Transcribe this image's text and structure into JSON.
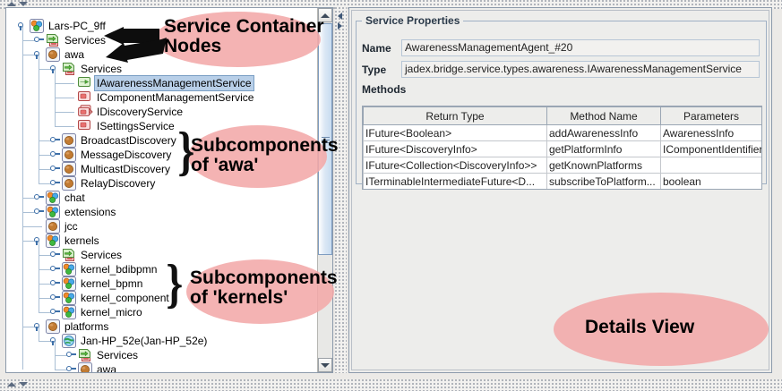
{
  "window": {
    "background": "#eceae7",
    "accent": "#f2a9a9"
  },
  "tree": {
    "name": "component-tree",
    "scroll_up_label": "▲",
    "scroll_down_label": "▼",
    "nodes": [
      {
        "label": "Lars-PC_9ff",
        "depth": 0,
        "icon": "platform-group-icon",
        "expanded": true,
        "handle": true,
        "selected": false
      },
      {
        "label": "Services",
        "depth": 1,
        "icon": "service-container-icon",
        "expanded": false,
        "handle": true,
        "selected": false
      },
      {
        "label": "awa",
        "depth": 1,
        "icon": "component-icon",
        "expanded": true,
        "handle": true,
        "selected": false
      },
      {
        "label": "Services",
        "depth": 2,
        "icon": "service-container-icon",
        "expanded": true,
        "handle": true,
        "selected": false
      },
      {
        "label": "IAwarenessManagementService",
        "depth": 3,
        "icon": "service-provided-icon",
        "expanded": false,
        "handle": false,
        "selected": true
      },
      {
        "label": "IComponentManagementService",
        "depth": 3,
        "icon": "service-required-icon",
        "expanded": false,
        "handle": false,
        "selected": false
      },
      {
        "label": "IDiscoveryService",
        "depth": 3,
        "icon": "service-multi-icon",
        "expanded": false,
        "handle": false,
        "selected": false
      },
      {
        "label": "ISettingsService",
        "depth": 3,
        "icon": "service-required-icon",
        "expanded": false,
        "handle": false,
        "selected": false
      },
      {
        "label": "BroadcastDiscovery",
        "depth": 2,
        "icon": "component-icon",
        "expanded": false,
        "handle": true,
        "selected": false
      },
      {
        "label": "MessageDiscovery",
        "depth": 2,
        "icon": "component-icon",
        "expanded": false,
        "handle": true,
        "selected": false
      },
      {
        "label": "MulticastDiscovery",
        "depth": 2,
        "icon": "component-icon",
        "expanded": false,
        "handle": true,
        "selected": false
      },
      {
        "label": "RelayDiscovery",
        "depth": 2,
        "icon": "component-icon",
        "expanded": false,
        "handle": true,
        "selected": false
      },
      {
        "label": "chat",
        "depth": 1,
        "icon": "platform-group-icon",
        "expanded": false,
        "handle": true,
        "selected": false
      },
      {
        "label": "extensions",
        "depth": 1,
        "icon": "platform-group-icon",
        "expanded": false,
        "handle": true,
        "selected": false
      },
      {
        "label": "jcc",
        "depth": 1,
        "icon": "component-icon",
        "expanded": false,
        "handle": false,
        "selected": false
      },
      {
        "label": "kernels",
        "depth": 1,
        "icon": "platform-group-icon",
        "expanded": true,
        "handle": true,
        "selected": false
      },
      {
        "label": "Services",
        "depth": 2,
        "icon": "service-container-icon",
        "expanded": false,
        "handle": true,
        "selected": false
      },
      {
        "label": "kernel_bdibpmn",
        "depth": 2,
        "icon": "platform-group-icon",
        "expanded": false,
        "handle": true,
        "selected": false
      },
      {
        "label": "kernel_bpmn",
        "depth": 2,
        "icon": "platform-group-icon",
        "expanded": false,
        "handle": true,
        "selected": false
      },
      {
        "label": "kernel_component",
        "depth": 2,
        "icon": "platform-group-icon",
        "expanded": false,
        "handle": true,
        "selected": false
      },
      {
        "label": "kernel_micro",
        "depth": 2,
        "icon": "platform-group-icon",
        "expanded": false,
        "handle": true,
        "selected": false
      },
      {
        "label": "platforms",
        "depth": 1,
        "icon": "component-icon",
        "expanded": true,
        "handle": true,
        "selected": false
      },
      {
        "label": "Jan-HP_52e(Jan-HP_52e)",
        "depth": 2,
        "icon": "remote-platform-icon",
        "expanded": true,
        "handle": true,
        "selected": false
      },
      {
        "label": "Services",
        "depth": 3,
        "icon": "service-container-icon",
        "expanded": false,
        "handle": true,
        "selected": false
      },
      {
        "label": "awa",
        "depth": 3,
        "icon": "component-icon",
        "expanded": false,
        "handle": true,
        "selected": false
      }
    ]
  },
  "details": {
    "group_title": "Service Properties",
    "name_label": "Name",
    "name_value": "AwarenessManagementAgent_#20",
    "type_label": "Type",
    "type_value": "jadex.bridge.service.types.awareness.IAwarenessManagementService",
    "methods_label": "Methods",
    "methods_table": {
      "columns": [
        "Return Type",
        "Method Name",
        "Parameters"
      ],
      "rows": [
        [
          "IFuture<Boolean>",
          "addAwarenessInfo",
          "AwarenessInfo"
        ],
        [
          "IFuture<DiscoveryInfo>",
          "getPlatformInfo",
          "IComponentIdentifier"
        ],
        [
          "IFuture<Collection<DiscoveryInfo>>",
          "getKnownPlatforms",
          ""
        ],
        [
          "ITerminableIntermediateFuture<D...",
          "subscribeToPlatform...",
          "boolean"
        ]
      ]
    }
  },
  "annotations": {
    "service_container": "Service Container\nNodes",
    "sub_awa": "Subcomponents\nof 'awa'",
    "sub_kernels": "Subcomponents\nof 'kernels'",
    "details_view": "Details View"
  }
}
